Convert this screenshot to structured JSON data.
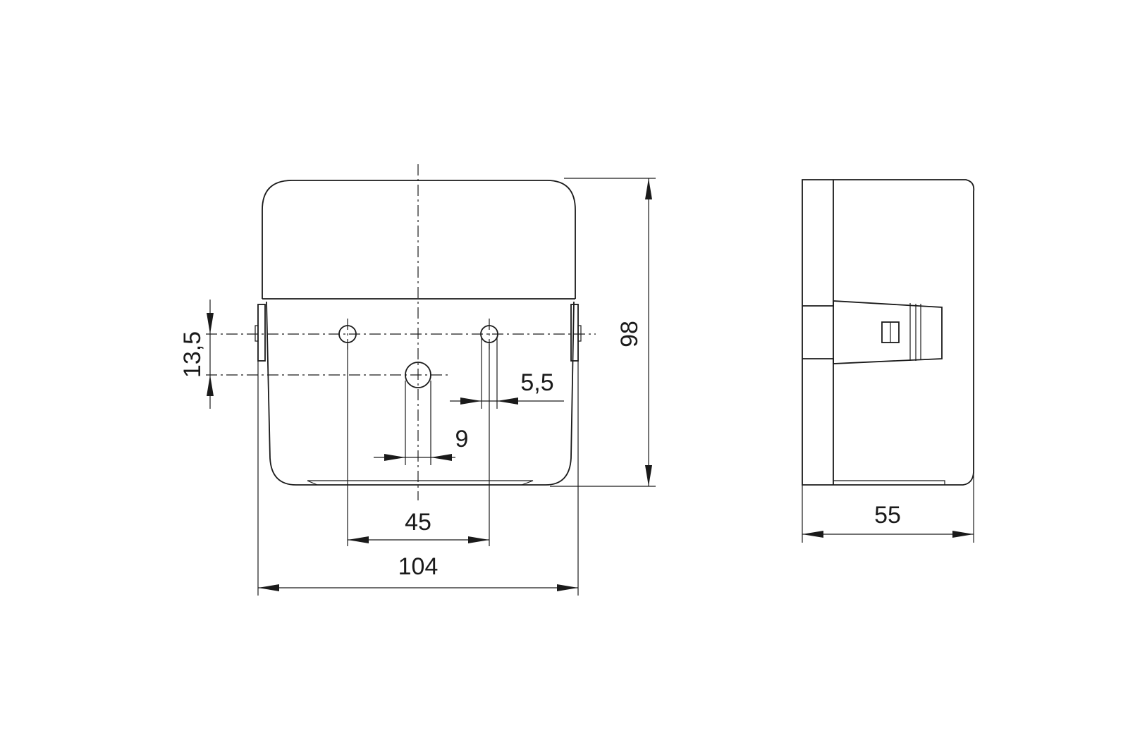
{
  "drawing": {
    "front_view": {
      "dimensions": {
        "overall_width": "104",
        "hole_spacing": "45",
        "overall_height": "98",
        "vertical_offset": "13,5",
        "hole_diameter": "5,5",
        "center_hole_diameter": "9"
      }
    },
    "side_view": {
      "dimensions": {
        "depth": "55"
      }
    },
    "colors": {
      "line": "#1a1a1a",
      "background": "#ffffff"
    }
  }
}
